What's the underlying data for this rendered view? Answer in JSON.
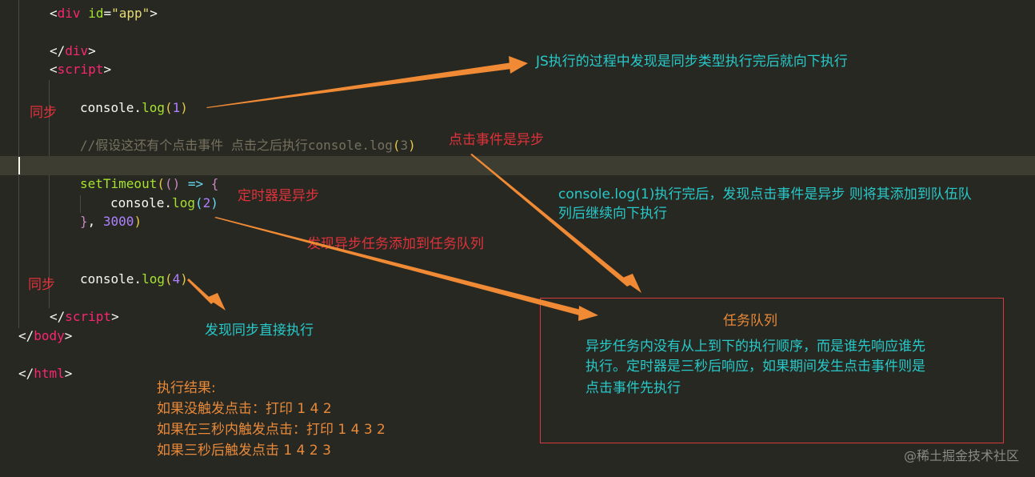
{
  "code": {
    "lines": {
      "div_open": {
        "lt": "<",
        "tag": "div",
        "attr": "id",
        "eq": "=",
        "val": "\"app\"",
        "gt": ">"
      },
      "div_close": {
        "lt": "</",
        "tag": "div",
        "gt": ">"
      },
      "script_open": {
        "lt": "<",
        "tag": "script",
        "gt": ">"
      },
      "log1": {
        "obj": "console.",
        "fn": "log",
        "open": "(",
        "arg": "1",
        "close": ")"
      },
      "comment": "//假设这还有个点击事件 点击之后执行console.log",
      "comment_open": "(",
      "comment_arg": "3",
      "comment_close": ")",
      "settimeout": {
        "fn": "setTimeout",
        "open": "(",
        "p1": "()",
        "arrow": " => ",
        "brace": "{"
      },
      "log2": {
        "obj": "console.",
        "fn": "log",
        "open": "(",
        "arg": "2",
        "close": ")"
      },
      "timeout_end": {
        "brace": "}",
        "comma": ", ",
        "ms": "3000",
        "close": ")"
      },
      "log4": {
        "obj": "console.",
        "fn": "log",
        "open": "(",
        "arg": "4",
        "close": ")"
      },
      "script_close": {
        "lt": "</",
        "tag": "script",
        "gt": ">"
      },
      "body_close": {
        "lt": "</",
        "tag": "body",
        "gt": ">"
      },
      "html_close": {
        "lt": "</",
        "tag": "html",
        "gt": ">"
      }
    }
  },
  "annotations": {
    "sync_1": "同步",
    "sync_4": "同步",
    "js_exec": "JS执行的过程中发现是同步类型执行完后就向下执行",
    "click_async": "点击事件是异步",
    "timer_async": "定时器是异步",
    "click_explain_1": "console.log(1)执行完后，发现点击事件是异步 则将其添加到队伍队",
    "click_explain_2": "列后继续向下执行",
    "add_to_queue": "发现异步任务添加到任务队列",
    "sync_direct": "发现同步直接执行"
  },
  "queue_box": {
    "title": "任务队列",
    "line1": "异步任务内没有从上到下的执行顺序，而是谁先响应谁先",
    "line2": "执行。定时器是三秒后响应，如果期间发生点击事件则是",
    "line3": "点击事件先执行"
  },
  "results": {
    "title": "执行结果:",
    "case1": "如果没触发点击：打印 1 4  2",
    "case2": "如果在三秒内触发点击：打印 1 4 3 2",
    "case3": "如果三秒后触发点击  1 4  2 3"
  },
  "watermark": "@稀土掘金技术社区",
  "colors": {
    "background": "#272822",
    "arrow": "#f08a35",
    "annotation_red": "#e0323a",
    "annotation_cyan": "#27c9c9",
    "annotation_orange": "#e8893a",
    "box_border": "#d63a3a"
  }
}
